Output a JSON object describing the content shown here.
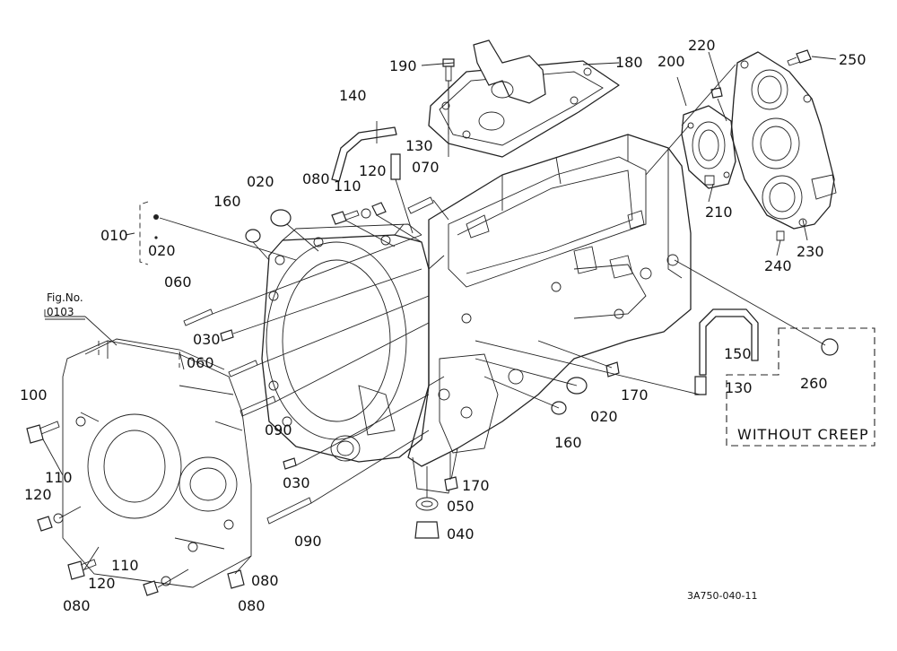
{
  "figure_ref": {
    "line1": "Fig.No.",
    "line2": "0103"
  },
  "drawing_number": "3A750-040-11",
  "box_label": "WITHOUT CREEP",
  "callouts": {
    "p010": "010",
    "p020_group": "020",
    "p020_a": "020",
    "p020_b": "020",
    "p030_a": "030",
    "p030_b": "030",
    "p040": "040",
    "p050": "050",
    "p060_a": "060",
    "p060_b": "060",
    "p070": "070",
    "p080_a": "080",
    "p080_b": "080",
    "p080_c": "080",
    "p080_d": "080",
    "p090_a": "090",
    "p090_b": "090",
    "p100": "100",
    "p110_a": "110",
    "p110_b": "110",
    "p110_c": "110",
    "p120_a": "120",
    "p120_b": "120",
    "p120_c": "120",
    "p130_a": "130",
    "p130_b": "130",
    "p140": "140",
    "p150": "150",
    "p160_a": "160",
    "p160_b": "160",
    "p170_a": "170",
    "p170_b": "170",
    "p180": "180",
    "p190": "190",
    "p200": "200",
    "p210": "210",
    "p220": "220",
    "p230": "230",
    "p240": "240",
    "p250": "250",
    "p260": "260"
  }
}
